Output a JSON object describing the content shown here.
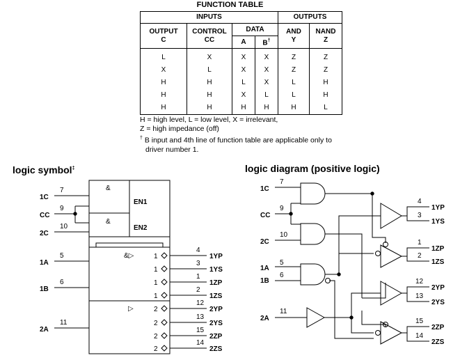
{
  "function_table": {
    "title": "FUNCTION TABLE",
    "inputs_label": "INPUTS",
    "outputs_label": "OUTPUTS",
    "data_label": "DATA",
    "columns": [
      {
        "name": "OUTPUT",
        "sub": "C"
      },
      {
        "name": "CONTROL",
        "sub": "CC"
      },
      {
        "name": "",
        "sub": "A"
      },
      {
        "name": "",
        "sub": "B",
        "mark": "†"
      },
      {
        "name": "AND",
        "sub": "Y"
      },
      {
        "name": "NAND",
        "sub": "Z"
      }
    ],
    "rows": [
      [
        "L",
        "X",
        "X",
        "X",
        "Z",
        "Z"
      ],
      [
        "X",
        "L",
        "X",
        "X",
        "Z",
        "Z"
      ],
      [
        "H",
        "H",
        "L",
        "X",
        "L",
        "H"
      ],
      [
        "H",
        "H",
        "X",
        "L",
        "L",
        "H"
      ],
      [
        "H",
        "H",
        "H",
        "H",
        "H",
        "L"
      ]
    ],
    "notes": [
      "H = high level, L = low level, X = irrelevant,",
      "Z = high impedance (off)"
    ],
    "footnote_mark": "†",
    "footnote": [
      "B input and 4th line of function table are applicable only to",
      "driver number 1."
    ]
  },
  "logic_symbol": {
    "title": "logic symbol",
    "title_mark": "‡",
    "inputs": [
      {
        "label": "1C",
        "pin": "7"
      },
      {
        "label": "CC",
        "pin": "9"
      },
      {
        "label": "2C",
        "pin": "10"
      },
      {
        "label": "1A",
        "pin": "5"
      },
      {
        "label": "1B",
        "pin": "6"
      },
      {
        "label": "2A",
        "pin": "11"
      }
    ],
    "control_blocks": [
      {
        "symbol": "&",
        "label": "EN1"
      },
      {
        "symbol": "&",
        "label": "EN2"
      }
    ],
    "gate_symbol": "&▷",
    "buffer_symbol": "▷",
    "outputs": [
      {
        "idx": "1",
        "pin": "4",
        "label": "1YP"
      },
      {
        "idx": "1",
        "pin": "3",
        "label": "1YS"
      },
      {
        "idx": "1",
        "pin": "1",
        "label": "1ZP"
      },
      {
        "idx": "1",
        "pin": "2",
        "label": "1ZS"
      },
      {
        "idx": "2",
        "pin": "12",
        "label": "2YP"
      },
      {
        "idx": "2",
        "pin": "13",
        "label": "2YS"
      },
      {
        "idx": "2",
        "pin": "15",
        "label": "2ZP"
      },
      {
        "idx": "2",
        "pin": "14",
        "label": "2ZS"
      }
    ]
  },
  "logic_diagram": {
    "title": "logic diagram (positive logic)",
    "inputs": [
      {
        "label": "1C",
        "pin": "7"
      },
      {
        "label": "CC",
        "pin": "9"
      },
      {
        "label": "2C",
        "pin": "10"
      },
      {
        "label": "1A",
        "pin": "5"
      },
      {
        "label": "1B",
        "pin": "6"
      },
      {
        "label": "2A",
        "pin": "11"
      }
    ],
    "outputs": [
      {
        "pin": "4",
        "label": "1YP"
      },
      {
        "pin": "3",
        "label": "1YS"
      },
      {
        "pin": "1",
        "label": "1ZP"
      },
      {
        "pin": "2",
        "label": "1ZS"
      },
      {
        "pin": "12",
        "label": "2YP"
      },
      {
        "pin": "13",
        "label": "2YS"
      },
      {
        "pin": "15",
        "label": "2ZP"
      },
      {
        "pin": "14",
        "label": "2ZS"
      }
    ]
  }
}
